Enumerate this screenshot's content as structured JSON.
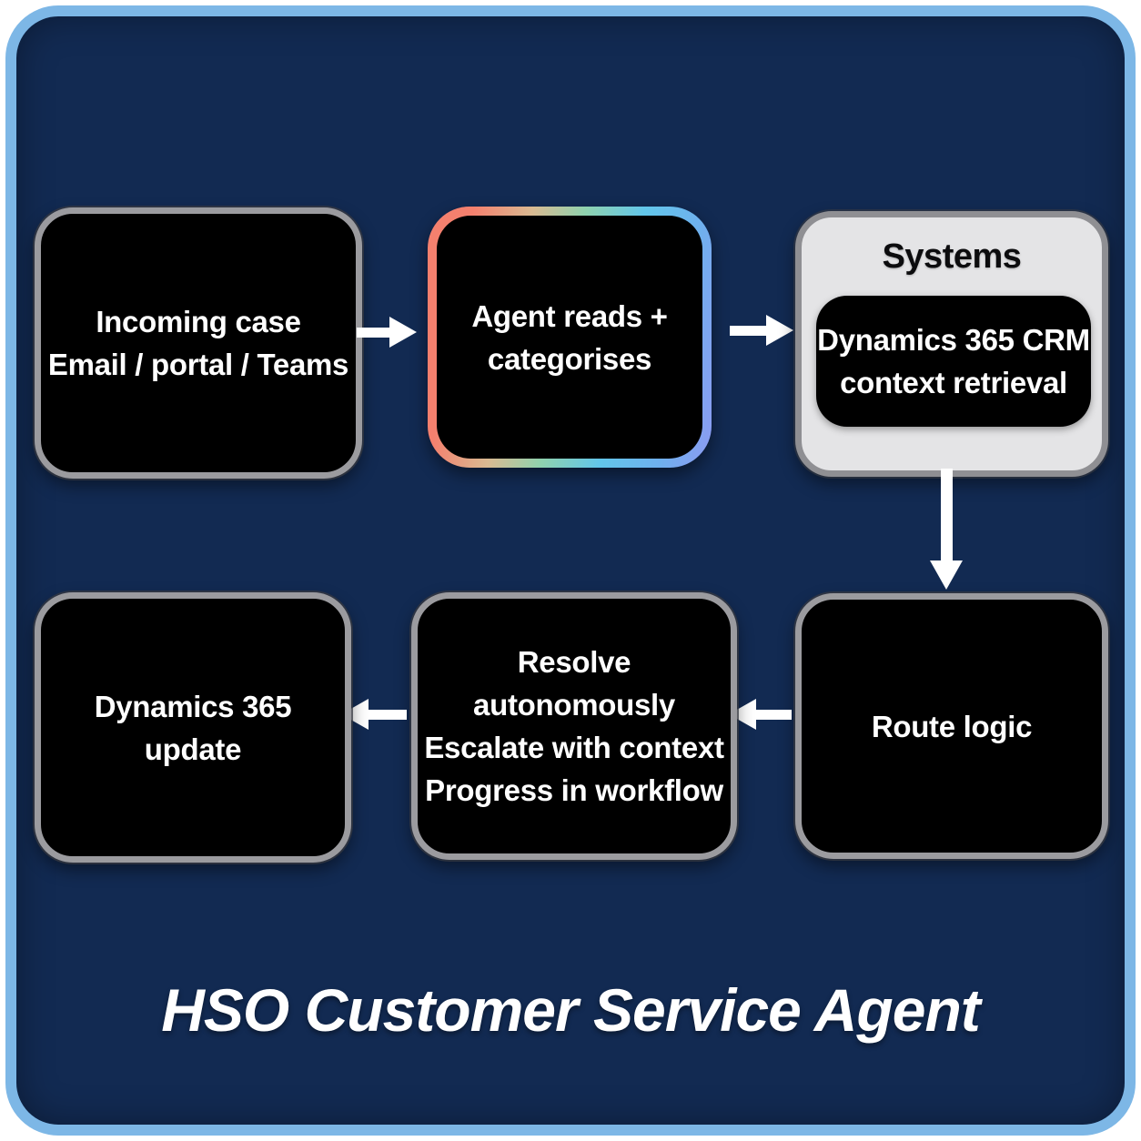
{
  "title": "HSO Customer Service Agent",
  "diagram": {
    "nodes": [
      {
        "id": "incoming",
        "lines": [
          "Incoming case",
          "Email / portal / Teams"
        ]
      },
      {
        "id": "agent",
        "lines": [
          "Agent reads +",
          "categorises"
        ]
      },
      {
        "id": "systems",
        "label": "Systems",
        "inner_lines": [
          "Dynamics 365 CRM",
          "context retrieval"
        ]
      },
      {
        "id": "route",
        "lines": [
          "Route logic"
        ]
      },
      {
        "id": "resolve",
        "lines": [
          "Resolve autonomously",
          "Escalate with context",
          "Progress in workflow"
        ]
      },
      {
        "id": "update",
        "lines": [
          "Dynamics 365",
          "update"
        ]
      }
    ],
    "flow": [
      "incoming-case -> agent-reads-categorises",
      "agent-reads-categorises -> systems",
      "systems -> route-logic",
      "route-logic -> resolve-escalate-progress",
      "resolve-escalate-progress -> dynamics-365-update"
    ]
  },
  "colors": {
    "background": "#122a52",
    "frame_border": "#7db7e6",
    "node_fill": "#000000",
    "node_border": "#9b9b9f",
    "systems_fill": "#e4e4e6",
    "agent_gradient": [
      "#f4806e",
      "#d9ba92",
      "#8fd2ae",
      "#62c6ea",
      "#8c9af2"
    ],
    "arrow": "#ffffff",
    "text": "#ffffff"
  }
}
